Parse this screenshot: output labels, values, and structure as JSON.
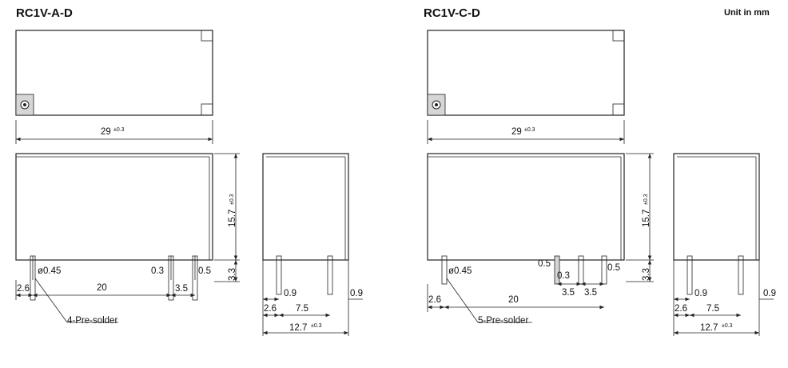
{
  "header": {
    "unit_label": "Unit in mm"
  },
  "left": {
    "title": "RC1V-A-D",
    "length": "29",
    "length_tol": "±0.3",
    "height": "15.7",
    "height_tol": "±0.3",
    "pin_length": "3.3",
    "pin_dia": "ø0.45",
    "pin_width": "0.3",
    "pin_width_right": "0.5",
    "offset": "2.6",
    "pitch_main": "20",
    "pitch_side": "3.5",
    "pre_solder": "4-Pre-solder",
    "side_pin_w": "0.9",
    "side_pin_w_right": "0.9",
    "side_offset": "2.6",
    "side_pitch": "7.5",
    "side_width": "12.7",
    "side_width_tol": "±0.3"
  },
  "right": {
    "title": "RC1V-C-D",
    "length": "29",
    "length_tol": "±0.3",
    "height": "15.7",
    "height_tol": "±0.3",
    "pin_length": "3.3",
    "pin_dia": "ø0.45",
    "pin_w_a": "0.5",
    "pin_w_b": "0.3",
    "pin_width_right": "0.5",
    "offset": "2.6",
    "pitch_main": "20",
    "pitch_a": "3.5",
    "pitch_b": "3.5",
    "pre_solder": "5-Pre-solder",
    "side_pin_w": "0.9",
    "side_pin_w_right": "0.9",
    "side_offset": "2.6",
    "side_pitch": "7.5",
    "side_width": "12.7",
    "side_width_tol": "±0.3"
  }
}
